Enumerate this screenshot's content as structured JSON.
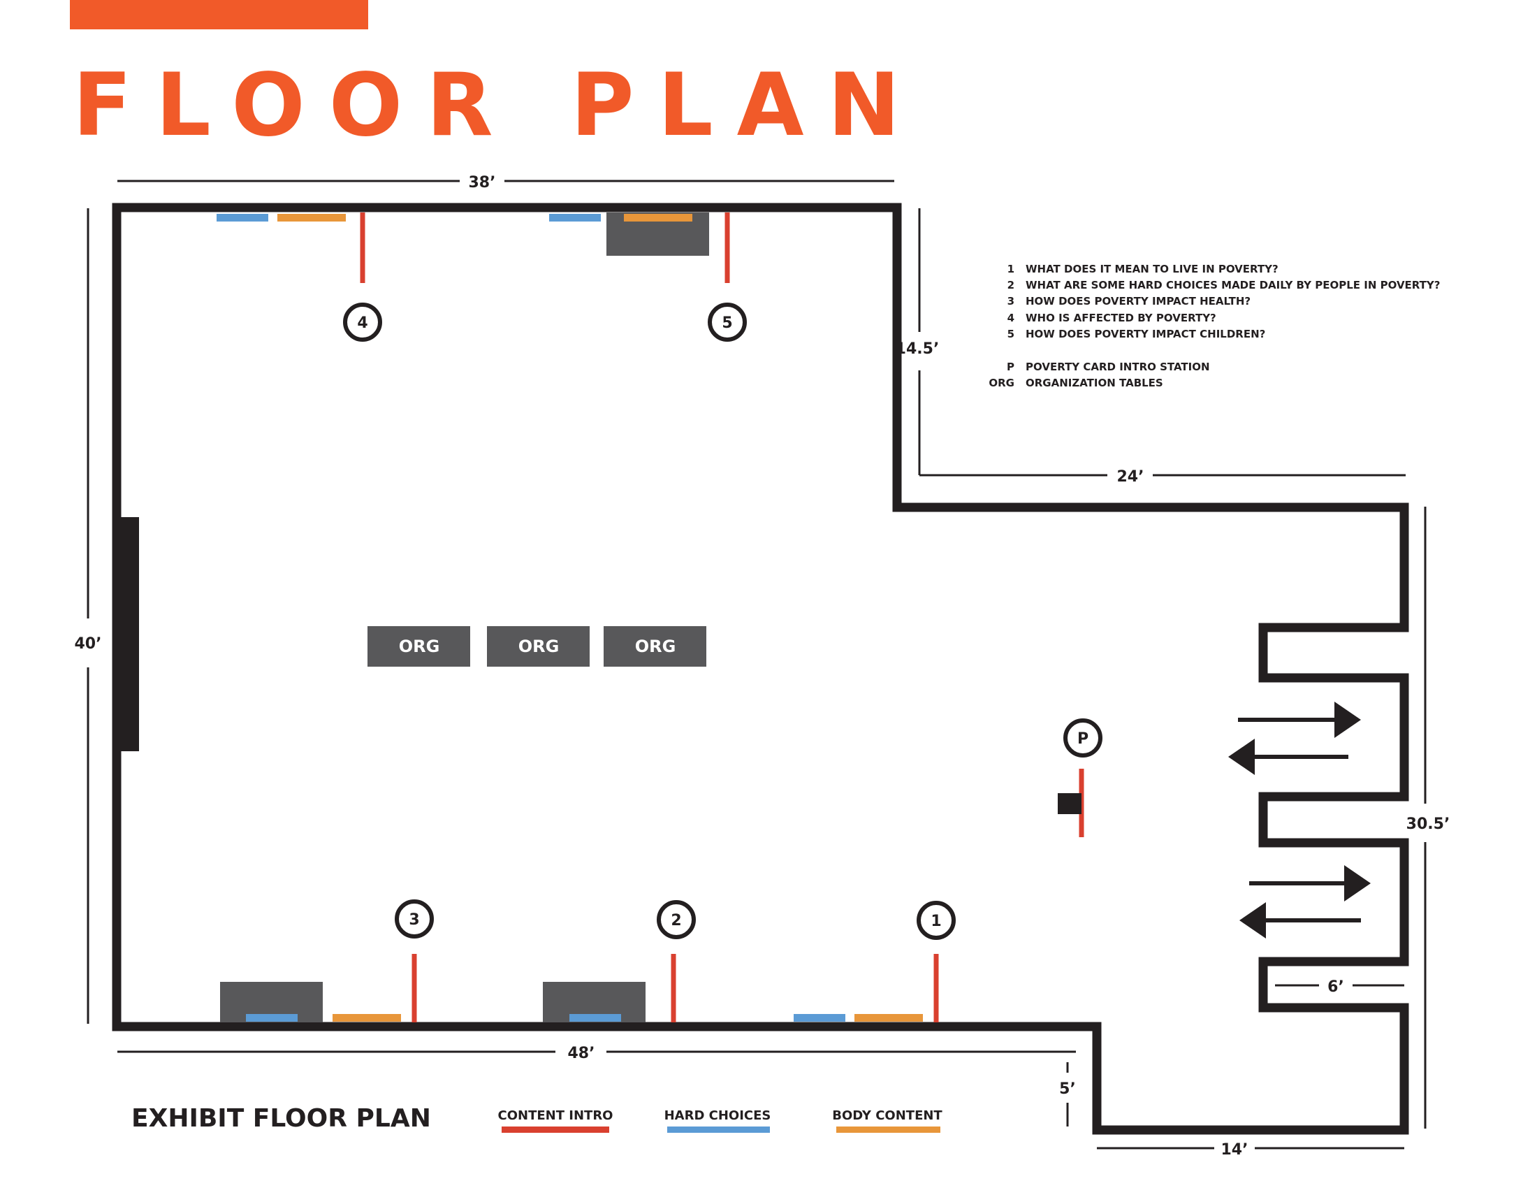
{
  "header": {
    "title": "FLOOR PLAN"
  },
  "dimensions": {
    "top": "38’",
    "left": "40’",
    "notch_height": "14.5’",
    "notch_width": "24’",
    "right": "30.5’",
    "bottom": "48’",
    "step": "5’",
    "lower_right": "14’",
    "corridor": "6’"
  },
  "stations": [
    "1",
    "2",
    "3",
    "4",
    "5"
  ],
  "poverty_station": "P",
  "org_tables": [
    "ORG",
    "ORG",
    "ORG"
  ],
  "key": [
    {
      "code": "1",
      "text": "WHAT DOES IT MEAN TO LIVE IN POVERTY?"
    },
    {
      "code": "2",
      "text": "WHAT ARE SOME HARD CHOICES MADE DAILY BY PEOPLE IN POVERTY?"
    },
    {
      "code": "3",
      "text": "HOW DOES POVERTY IMPACT HEALTH?"
    },
    {
      "code": "4",
      "text": "WHO IS AFFECTED BY POVERTY?"
    },
    {
      "code": "5",
      "text": "HOW DOES POVERTY IMPACT CHILDREN?"
    },
    {
      "code": "P",
      "text": "POVERTY CARD INTRO STATION"
    },
    {
      "code": "ORG",
      "text": "ORGANIZATION TABLES"
    }
  ],
  "legend": {
    "title": "EXHIBIT FLOOR PLAN",
    "items": [
      {
        "label": "CONTENT INTRO",
        "color": "#d9402f"
      },
      {
        "label": "HARD CHOICES",
        "color": "#5b9bd5"
      },
      {
        "label": "BODY CONTENT",
        "color": "#e8963a"
      }
    ]
  },
  "colors": {
    "accent": "#f15a29",
    "wall": "#231f20",
    "furniture": "#58585a",
    "content_intro": "#d9402f",
    "hard_choices": "#5b9bd5",
    "body_content": "#e8963a"
  }
}
